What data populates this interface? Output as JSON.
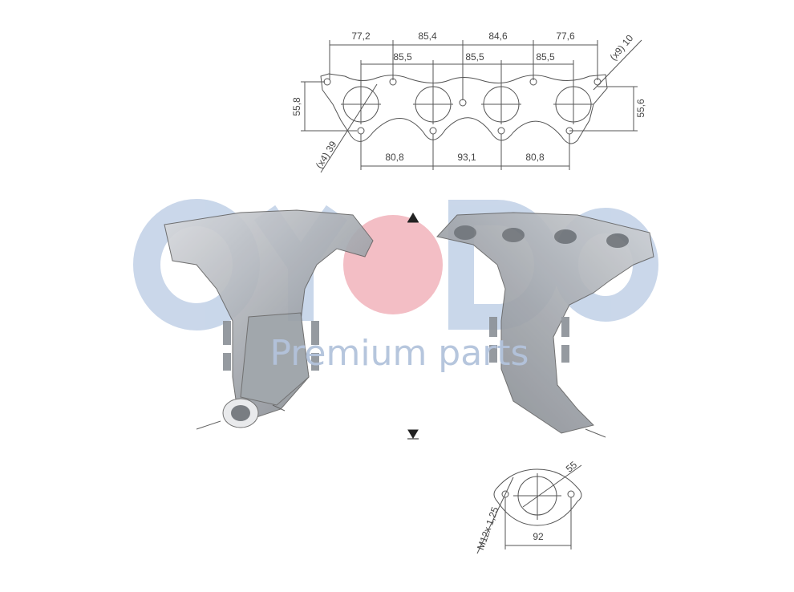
{
  "watermark": {
    "logo_text": "OYODO",
    "tagline": "Premium parts",
    "colors": {
      "blue": "#c4d3e8",
      "pink": "#f2b8bf",
      "tagline": "#b3c3dc"
    }
  },
  "gasket_drawing": {
    "top_dims": [
      "77,2",
      "85,4",
      "84,6",
      "77,6"
    ],
    "port_spacing": [
      "85,5",
      "85,5",
      "85,5"
    ],
    "bottom_dims": [
      "80,8",
      "93,1",
      "80,8"
    ],
    "left_height": "55,8",
    "right_height": "55,6",
    "port_diameter": "(x4) 39",
    "bolt_hole": "(x9) 10"
  },
  "flange_drawing": {
    "diameter": "55",
    "bolt_spacing": "92",
    "thread": "M12x 1,25"
  }
}
